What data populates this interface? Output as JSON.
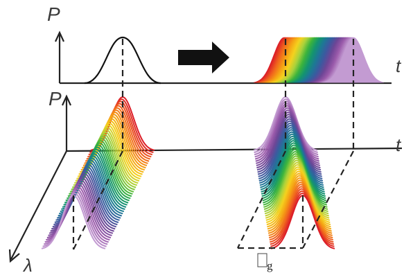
{
  "labels": {
    "power_top": "P",
    "time_top": "t",
    "power_bottom": "P",
    "time_bottom": "t",
    "wavelength": "λ",
    "footer_symbol": "g"
  },
  "icons": {
    "arrow": "right-arrow-icon",
    "placeholder_box": "square-icon"
  },
  "colors": {
    "spectrum": [
      "#dc1e28",
      "#f0641e",
      "#f5a014",
      "#f5d21e",
      "#aad23c",
      "#3cb43c",
      "#14966e",
      "#1e7896",
      "#3c5aa0",
      "#6e4696",
      "#9a5aaa",
      "#c39bd2"
    ]
  }
}
